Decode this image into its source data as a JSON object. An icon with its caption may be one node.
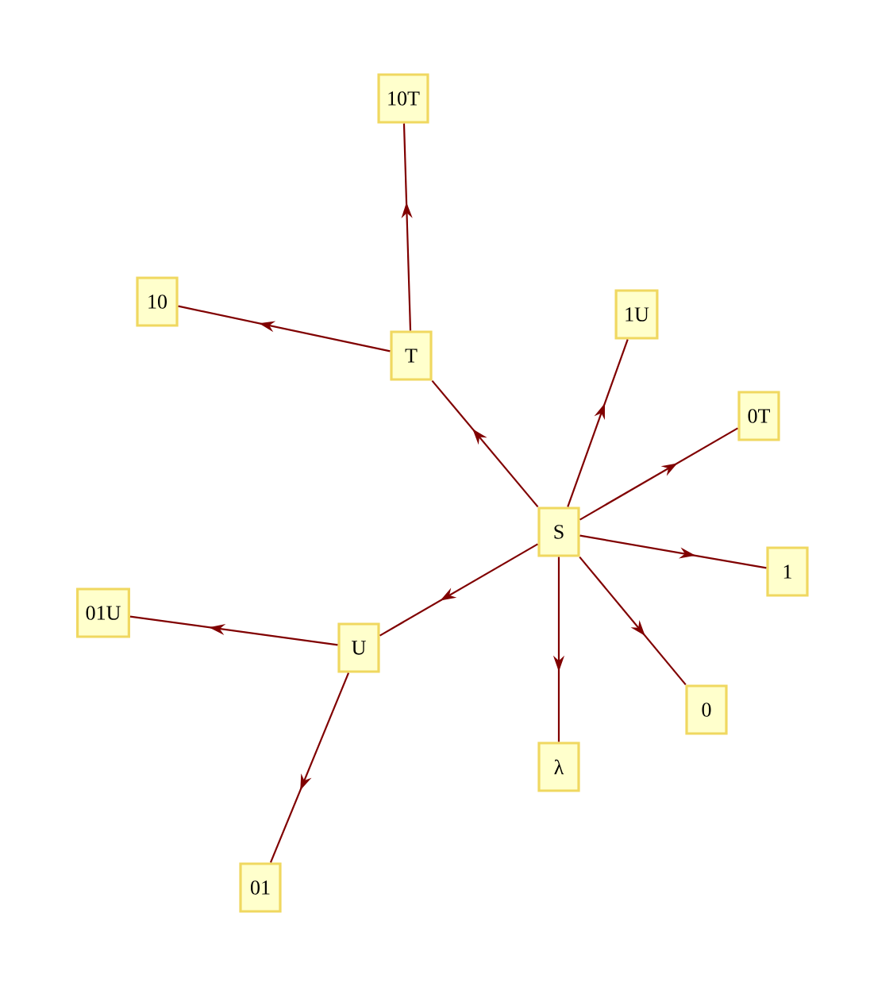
{
  "diagram": {
    "nodes": [
      {
        "text": [
          "10T"
        ]
      },
      {
        "text": [
          "10"
        ]
      },
      {
        "text": [
          "1U"
        ]
      },
      {
        "text": [
          "T"
        ]
      },
      {
        "text": [
          "0T"
        ]
      },
      {
        "text": [
          "S"
        ]
      },
      {
        "text": [
          "1"
        ]
      },
      {
        "text": [
          "01U"
        ]
      },
      {
        "text": [
          "U"
        ]
      },
      {
        "text": [
          "0"
        ]
      },
      {
        "text": [
          "λ"
        ]
      },
      {
        "text": [
          "01"
        ]
      }
    ],
    "edges": [
      {
        "from": 5,
        "to": 3,
        "arrow": "to"
      },
      {
        "from": 3,
        "to": 0,
        "arrow": "to"
      },
      {
        "from": 3,
        "to": 1,
        "arrow": "to"
      },
      {
        "from": 5,
        "to": 2,
        "arrow": "to"
      },
      {
        "from": 5,
        "to": 4,
        "arrow": "to"
      },
      {
        "from": 5,
        "to": 6,
        "arrow": "to"
      },
      {
        "from": 5,
        "to": 9,
        "arrow": "to"
      },
      {
        "from": 5,
        "to": 10,
        "arrow": "to"
      },
      {
        "from": 5,
        "to": 8,
        "arrow": "to"
      },
      {
        "from": 8,
        "to": 7,
        "arrow": "to"
      },
      {
        "from": 8,
        "to": 11,
        "arrow": "to"
      }
    ]
  }
}
